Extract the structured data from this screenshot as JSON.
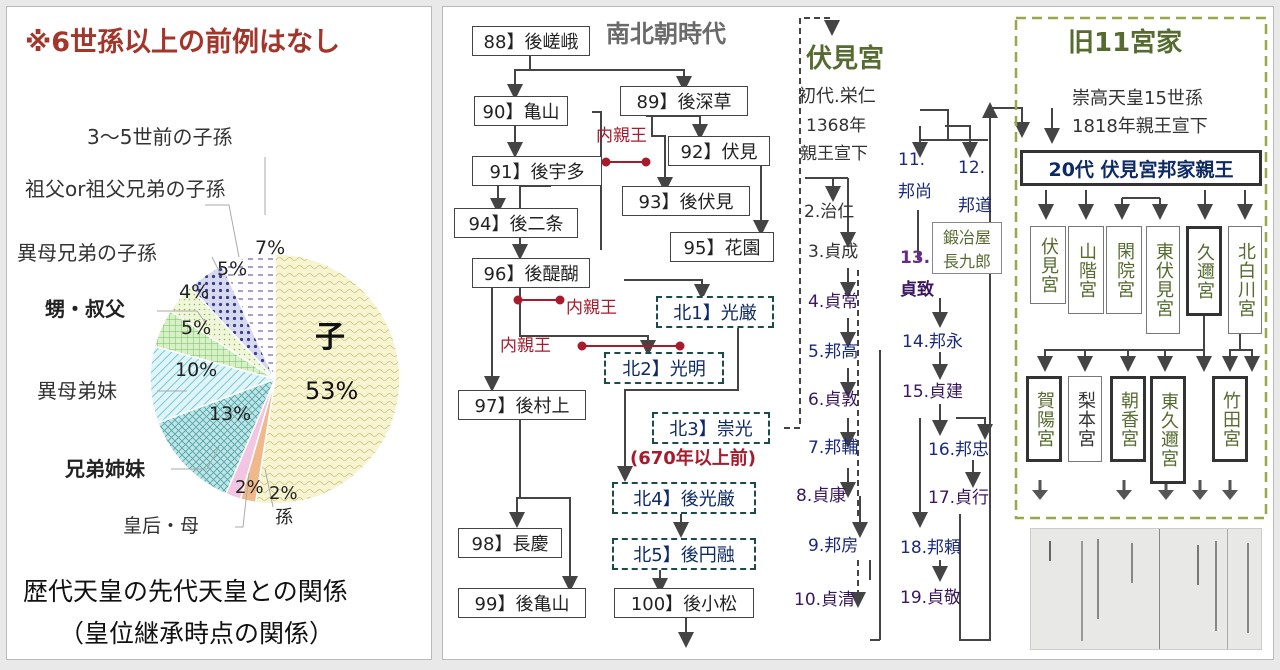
{
  "left": {
    "heading": "※6世孫以上の前例はなし",
    "footer_line1": "歴代天皇の先代天皇との関係",
    "footer_line2": "（皇位継承時点の関係）",
    "labels": {
      "ko": "子",
      "ko_pct": "53%",
      "p13": "13%",
      "p10": "10%",
      "p5a": "5%",
      "p4": "4%",
      "p5b": "5%",
      "p7": "7%",
      "p2a": "2%",
      "p2b": "2%",
      "mago": "孫",
      "sansei": "3～5世前の子孫",
      "sofu": "祖父or祖父兄弟の子孫",
      "ibokyodai": "異母兄弟の子孫",
      "oi": "甥・叔父",
      "ibotei": "異母弟妹",
      "kyodai": "兄弟姉妹",
      "kogo": "皇后・母"
    }
  },
  "chart_data": {
    "type": "pie",
    "title": "歴代天皇の先代天皇との関係（皇位継承時点の関係）",
    "slices": [
      {
        "name": "子",
        "value": 53,
        "color": "#f3f0c8"
      },
      {
        "name": "孫",
        "value": 2,
        "color": "#f3c7a0"
      },
      {
        "name": "皇后・母",
        "value": 2,
        "color": "#f5c9e6"
      },
      {
        "name": "兄弟姉妹",
        "value": 13,
        "color": "#9ed3d6"
      },
      {
        "name": "異母弟妹",
        "value": 10,
        "color": "#cdeef5"
      },
      {
        "name": "甥・叔父",
        "value": 5,
        "color": "#b7e3a8"
      },
      {
        "name": "異母兄弟の子孫",
        "value": 4,
        "color": "#e8f4c0"
      },
      {
        "name": "祖父or祖父兄弟の子孫",
        "value": 5,
        "color": "#5b5fa8"
      },
      {
        "name": "3～5世前の子孫",
        "value": 7,
        "color": "#d9d2ee"
      }
    ]
  },
  "tree": {
    "era": "南北朝時代",
    "emperors": {
      "e88": "88】後嵯峨",
      "e89": "89】後深草",
      "e90": "90】亀山",
      "e91": "91】後宇多",
      "e92": "92】伏見",
      "e93": "93】後伏見",
      "e94": "94】後二条",
      "e95": "95】花園",
      "e96": "96】後醍醐",
      "e97": "97】後村上",
      "e98": "98】長慶",
      "e99": "99】後亀山",
      "e100": "100】後小松"
    },
    "north": {
      "n1": "北1】光厳",
      "n2": "北2】光明",
      "n3": "北3】崇光",
      "n4": "北4】後光厳",
      "n5": "北5】後円融"
    },
    "shinno": "内親王",
    "note670": "(670年以上前)"
  },
  "fushimi": {
    "title": "伏見宮",
    "founder": "初代.栄仁",
    "founder_note1": "1368年",
    "founder_note2": "親王宣下",
    "heads": [
      "2.治仁",
      "3.貞成",
      "4.貞常",
      "5.邦高",
      "6.貞敦",
      "7.邦輔",
      "8.貞康",
      "9.邦房",
      "10.貞清"
    ],
    "heads2": {
      "h11a": "11.",
      "h11b": "邦尚",
      "h12a": "12.",
      "h12b": "邦道",
      "kaji1": "鍛冶屋",
      "kaji2": "長九郎",
      "h13a": "13.",
      "h13b": "貞致",
      "h14": "14.邦永",
      "h15": "15.貞建",
      "h16": "16.邦忠",
      "h17": "17.貞行",
      "h18": "18.邦頼",
      "h19": "19.貞敬"
    }
  },
  "kyu": {
    "title": "旧11宮家",
    "note1": "崇高天皇15世孫",
    "note2": "1818年親王宣下",
    "head": "20代 伏見宮邦家親王",
    "row1": [
      "伏見宮",
      "山階宮",
      "閑院宮",
      "東伏見宮",
      "久邇宮",
      "北白川宮"
    ],
    "row2": [
      "賀陽宮",
      "梨本宮",
      "朝香宮",
      "東久邇宮",
      "竹田宮"
    ]
  }
}
